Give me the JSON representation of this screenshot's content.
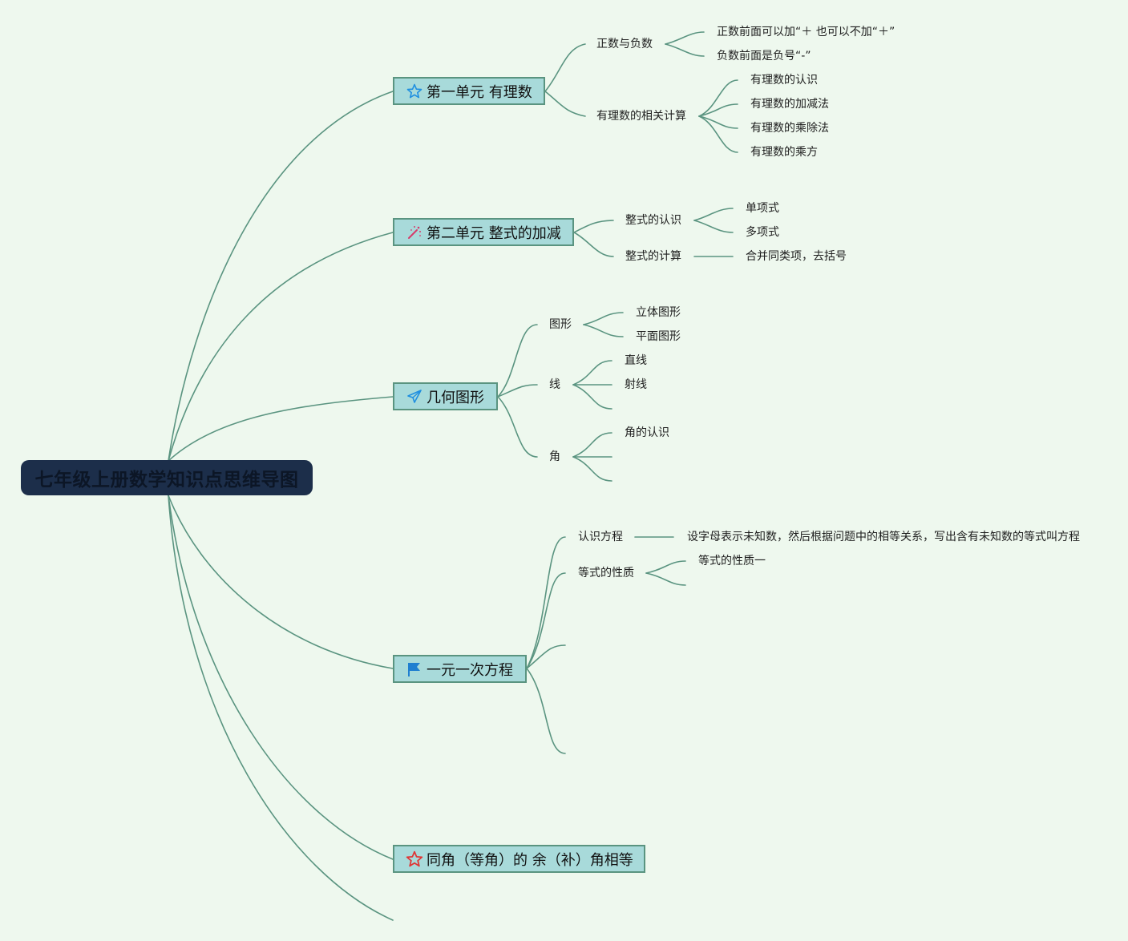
{
  "title": "七年级上册数学知识点思维导图",
  "colors": {
    "background": "#eef8ee",
    "root_fill": "#1c2e4a",
    "branch_fill": "#a8dada",
    "line": "#5a9480"
  },
  "branches": [
    {
      "label": "第一单元 有理数",
      "icon": "star-outline-icon",
      "children": [
        {
          "label": "正数与负数",
          "children": [
            "正数前面可以加“＋ 也可以不加“＋”",
            "负数前面是负号“-”"
          ]
        },
        {
          "label": "有理数的相关计算",
          "children": [
            "有理数的认识",
            "有理数的加减法",
            "有理数的乘除法",
            "有理数的乘方"
          ]
        }
      ]
    },
    {
      "label": "第二单元 整式的加减",
      "icon": "magic-wand-icon",
      "children": [
        {
          "label": "整式的认识",
          "children": [
            "单项式",
            "多项式"
          ]
        },
        {
          "label": "整式的计算",
          "children": [
            "合并同类项，去括号"
          ]
        }
      ]
    },
    {
      "label": "几何图形",
      "icon": "paper-plane-icon",
      "children": [
        {
          "label": "图形",
          "children": [
            "立体图形",
            "平面图形"
          ]
        },
        {
          "label": "线",
          "children": [
            "直线",
            "射线"
          ]
        },
        {
          "label": "角",
          "children": [
            "角的认识"
          ]
        }
      ]
    },
    {
      "label": "一元一次方程",
      "icon": "flag-icon",
      "children": [
        {
          "label": "认识方程",
          "children": [
            "设字母表示未知数，然后根据问题中的相等关系，写出含有未知数的等式叫方程"
          ]
        },
        {
          "label": "等式的性质",
          "children": [
            "等式的性质一"
          ]
        }
      ]
    },
    {
      "label": "同角（等角）的 余（补）角相等",
      "icon": "star-red-icon",
      "children": []
    }
  ]
}
